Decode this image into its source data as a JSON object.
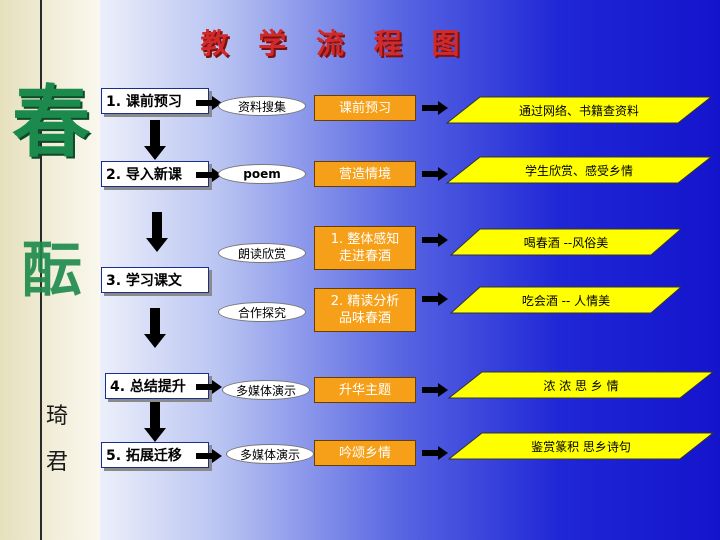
{
  "title": "教 学 流 程 图",
  "sidebar": {
    "big_char_1": "春",
    "big_char_2": "酝",
    "small_char_1": "琦",
    "small_char_2": "君"
  },
  "stages": [
    {
      "label": "1. 课前预习"
    },
    {
      "label": "2. 导入新课"
    },
    {
      "label": "3. 学习课文"
    },
    {
      "label": "4. 总结提升"
    },
    {
      "label": "5. 拓展迁移"
    }
  ],
  "rows": [
    {
      "method": "资料搜集",
      "activity": "课前预习",
      "outcome": "通过网络、书籍查资料"
    },
    {
      "method": "poem",
      "activity": "营造情境",
      "outcome": "学生欣赏、感受乡情"
    },
    {
      "method": "朗读欣赏",
      "activity": "1. 整体感知 走进春酒",
      "outcome": "喝春酒 --风俗美"
    },
    {
      "method": "合作探究",
      "activity": "2. 精读分析 品味春酒",
      "outcome": "吃会酒 -- 人情美"
    },
    {
      "method": "多媒体演示",
      "activity": "升华主题",
      "outcome": "浓 浓 思 乡 情"
    },
    {
      "method": "多媒体演示",
      "activity": "吟颂乡情",
      "outcome": "鉴赏篆积 思乡诗句"
    }
  ],
  "colors": {
    "title": "#d22a2a",
    "activity_fill": "#f5a018",
    "outcome_fill": "#ffff00",
    "arrow": "#000000"
  }
}
